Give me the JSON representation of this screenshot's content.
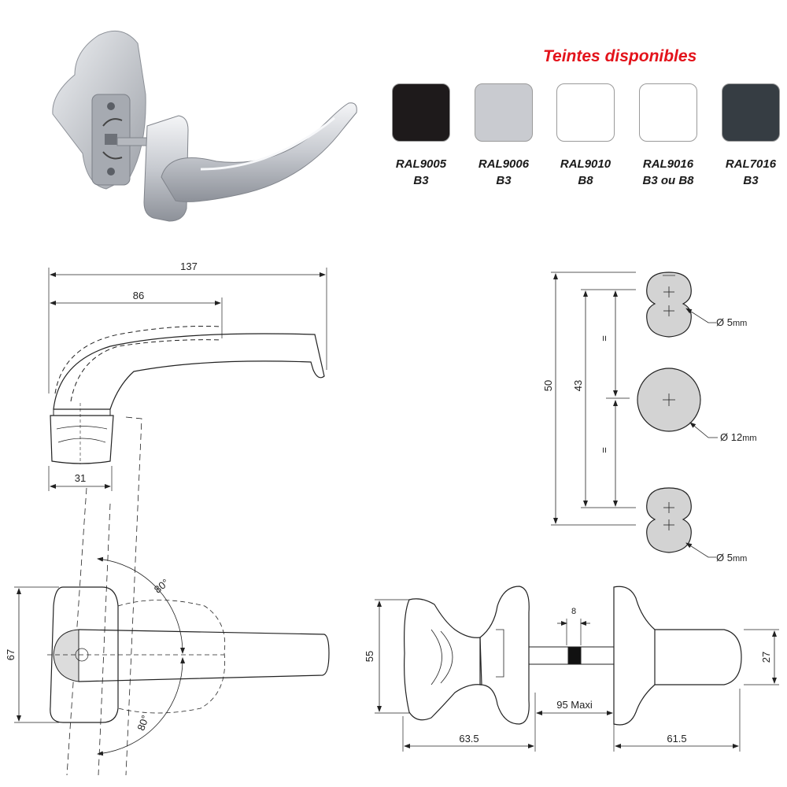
{
  "palette": {
    "title": "Teintes disponibles",
    "swatches": [
      {
        "code": "RAL9005",
        "finish": "B3",
        "color": "#1e1a1b"
      },
      {
        "code": "RAL9006",
        "finish": "B3",
        "color": "#c9cbd0"
      },
      {
        "code": "RAL9010",
        "finish": "B8",
        "color": "#ffffff"
      },
      {
        "code": "RAL9016",
        "finish": "B3 ou B8",
        "color": "#ffffff"
      },
      {
        "code": "RAL7016",
        "finish": "B3",
        "color": "#363d43"
      }
    ]
  },
  "drawing": {
    "side_view": {
      "overall": "137",
      "handle_reach": "86",
      "rose_width": "31"
    },
    "hole_pattern": {
      "outer_spacing": "50",
      "inner_spacing": "43",
      "equal_mark": "=",
      "small_hole": "Ø 5",
      "large_hole": "Ø 12",
      "unit": "mm"
    },
    "top_view": {
      "rose_height": "67",
      "angle": "80°"
    },
    "assembly": {
      "rose_height": "55",
      "knob_height": "27",
      "spindle": "8",
      "door_max": "95 Maxi",
      "left_length": "63.5",
      "right_length": "61.5"
    }
  }
}
